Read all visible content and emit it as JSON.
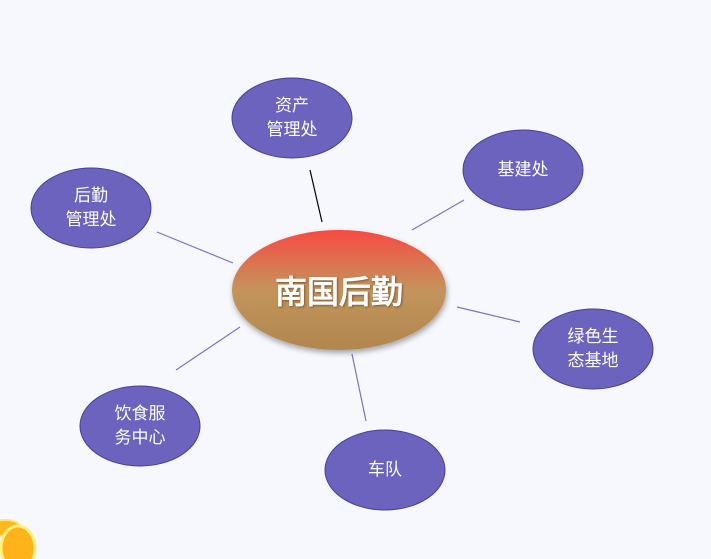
{
  "center": {
    "label": "南国后勤"
  },
  "nodes": [
    {
      "line1": "资产",
      "line2": "管理处"
    },
    {
      "line1": "基建处",
      "line2": ""
    },
    {
      "line1": "后勤",
      "line2": "管理处"
    },
    {
      "line1": "绿色生",
      "line2": "态基地"
    },
    {
      "line1": "饮食服",
      "line2": "务中心"
    },
    {
      "line1": "车队",
      "line2": ""
    }
  ],
  "colors": {
    "node_fill": "#6b63bd",
    "node_stroke": "#4a3f99",
    "edge": "#7b74c6",
    "center_top": "#f74a42",
    "center_bottom": "#b48a50"
  }
}
